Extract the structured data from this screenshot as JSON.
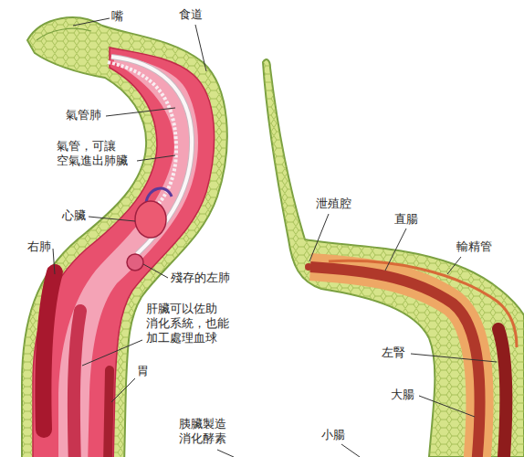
{
  "diagram": {
    "labels": [
      "嘴",
      "食道",
      "氣管肺",
      "氣管，可讓 空氣進出肺臟",
      "心臟",
      "右肺",
      "殘存的左肺",
      "肝臟可以佐助 消化系統，也能 加工處理血球",
      "胃",
      "胰臟製造 消化酵素",
      "泄殖腔",
      "直腸",
      "輸精管",
      "左腎",
      "大腸",
      "小腸"
    ]
  }
}
